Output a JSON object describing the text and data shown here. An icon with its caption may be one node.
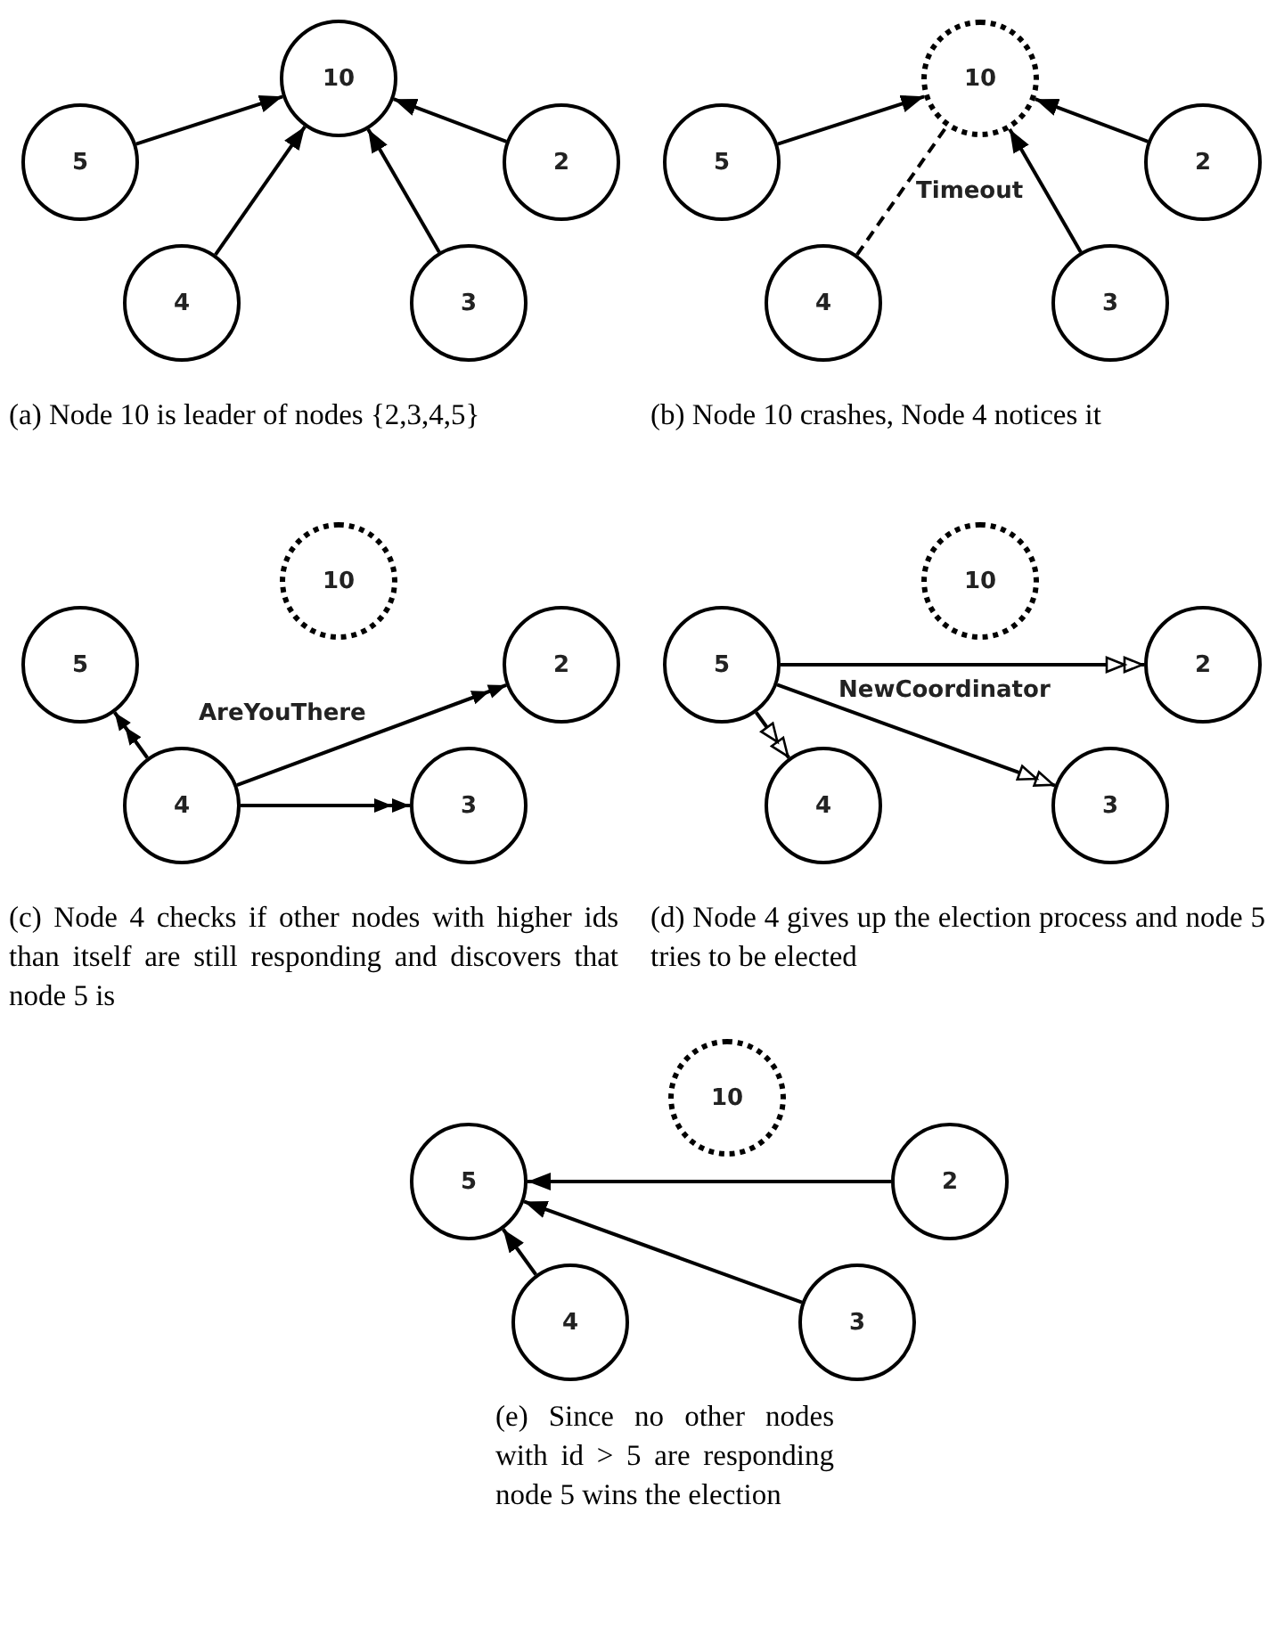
{
  "diagram": {
    "nodes": [
      {
        "text": [
          "10"
        ]
      },
      {
        "text": [
          "5"
        ]
      },
      {
        "text": [
          "2"
        ]
      },
      {
        "text": [
          "4"
        ]
      },
      {
        "text": [
          "3"
        ]
      },
      {
        "text": [
          "10"
        ]
      },
      {
        "text": [
          "5"
        ]
      },
      {
        "text": [
          "2"
        ]
      },
      {
        "text": [
          "4"
        ]
      },
      {
        "text": [
          "3"
        ]
      },
      {
        "text": [
          "10"
        ]
      },
      {
        "text": [
          "5"
        ]
      },
      {
        "text": [
          "2"
        ]
      },
      {
        "text": [
          "4"
        ]
      },
      {
        "text": [
          "3"
        ]
      },
      {
        "text": [
          "10"
        ]
      },
      {
        "text": [
          "5"
        ]
      },
      {
        "text": [
          "2"
        ]
      },
      {
        "text": [
          "4"
        ]
      },
      {
        "text": [
          "3"
        ]
      },
      {
        "text": [
          "10"
        ]
      },
      {
        "text": [
          "5"
        ]
      },
      {
        "text": [
          "2"
        ]
      },
      {
        "text": [
          "4"
        ]
      },
      {
        "text": [
          "3"
        ]
      }
    ],
    "edges": [
      {
        "from": 1,
        "to": 0,
        "arrow": "to"
      },
      {
        "from": 2,
        "to": 0,
        "arrow": "to"
      },
      {
        "from": 3,
        "to": 0,
        "arrow": "to"
      },
      {
        "from": 4,
        "to": 0,
        "arrow": "to"
      },
      {
        "from": 6,
        "to": 5,
        "arrow": "to"
      },
      {
        "from": 7,
        "to": 5,
        "arrow": "to"
      },
      {
        "from": 8,
        "to": 5,
        "arrow": "none",
        "label": "Timeout",
        "style": "dashed"
      },
      {
        "from": 9,
        "to": 5,
        "arrow": "to"
      },
      {
        "from": 13,
        "to": 11,
        "arrow": "to"
      },
      {
        "from": 13,
        "to": 12,
        "arrow": "to",
        "label": "AreYouThere"
      },
      {
        "from": 13,
        "to": 14,
        "arrow": "to"
      },
      {
        "from": 16,
        "to": 17,
        "arrow": "to",
        "label": "NewCoordinator"
      },
      {
        "from": 16,
        "to": 18,
        "arrow": "to"
      },
      {
        "from": 16,
        "to": 19,
        "arrow": "to"
      },
      {
        "from": 22,
        "to": 21,
        "arrow": "to"
      },
      {
        "from": 23,
        "to": 21,
        "arrow": "to"
      },
      {
        "from": 24,
        "to": 21,
        "arrow": "to"
      }
    ],
    "labels": [
      "(a) Node 10 is leader of nodes {2,3,4,5}",
      "(b) Node 10 crashes, Node 4 notices it",
      "(c) Node 4 checks if other nodes with higher ids than itself are still responding and discovers that node 5 is",
      "(d) Node 4 gives up the election process and node 5 tries to be elected",
      "(e) Since no other nodes with id > 5 are responding node 5 wins the election"
    ]
  }
}
